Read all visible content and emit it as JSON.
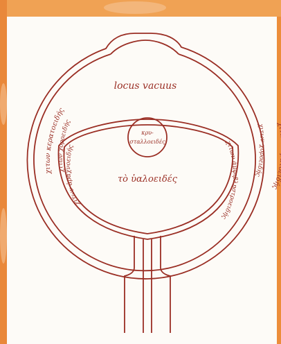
{
  "colors": {
    "line": "#9a2e24",
    "paper": "#fdfbf7",
    "frame": "#ec8d3a"
  },
  "diagram": {
    "locus_vacuus": "locus vacuus",
    "krystalloeides_line1": "κρυ-",
    "krystalloeides_line2": "σταλλοειδές",
    "hyaloeides": "τὸ ὑαλοειδές",
    "chiton_keratoeides_left": "χιτων κερατοειδής",
    "chiton_choroeides_left": "χιτων χοροειδής",
    "chiton_arachnoeides_left": "χιτων ἀραχνοειδής",
    "chiton_keratoeides_right": "χιτων κερατοειδής",
    "chiton_choroeides_right": "χιτων χοροειδής",
    "chiton_amphiblestroeides_right": "χιτων ἀμφιβληστροειδής"
  }
}
